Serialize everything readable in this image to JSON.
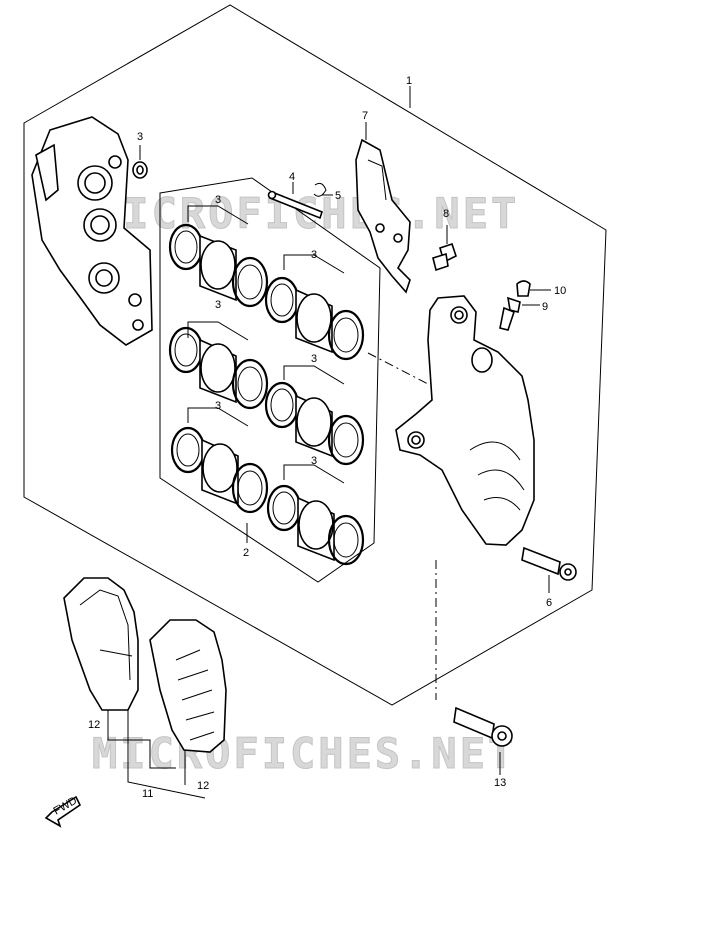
{
  "watermark": {
    "top": "MICROFICHES.NET",
    "bottom": "MICROFICHES.NET"
  },
  "labels": {
    "l1": "1",
    "l2": "2",
    "l3a": "3",
    "l3b": "3",
    "l3c": "3",
    "l3d": "3",
    "l3e": "3",
    "l3f": "3",
    "l3g": "3",
    "l4": "4",
    "l5": "5",
    "l6": "6",
    "l7": "7",
    "l8": "8",
    "l9": "9",
    "l10": "10",
    "l11": "11",
    "l12a": "12",
    "l12b": "12",
    "l13": "13"
  },
  "fwd_label": "FWD"
}
